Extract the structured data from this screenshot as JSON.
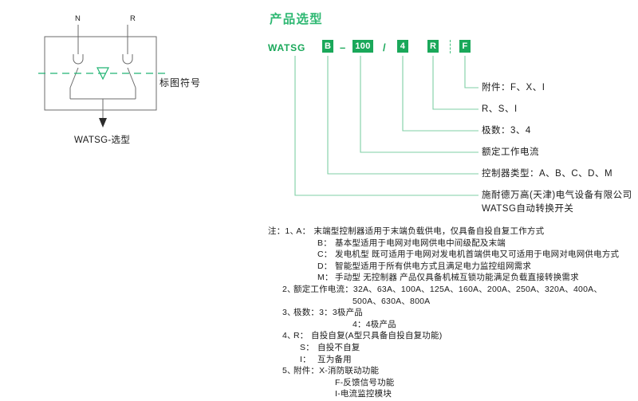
{
  "symbol": {
    "terminal_n": "N",
    "terminal_r": "R",
    "side_caption": "标图符号",
    "bottom_title": "WATSG-选型"
  },
  "selection": {
    "title": "产品选型",
    "code": {
      "prefix": "WATSG",
      "controller": "B",
      "dash": "–",
      "current": "100",
      "slash": "/",
      "poles": "4",
      "mode": "R",
      "accessory": "F"
    },
    "callouts": [
      {
        "label": "附件：F、X、I"
      },
      {
        "label": "R、S、I"
      },
      {
        "label": "极数：3、4"
      },
      {
        "label": "额定工作电流"
      },
      {
        "label": "控制器类型：A、B、C、D、M"
      },
      {
        "label": "施耐德万高(天津)电气设备有限公司"
      },
      {
        "label": "WATSG自动转换开关"
      }
    ]
  },
  "notes": {
    "heading": "注：",
    "items": [
      {
        "marker": "1、",
        "prefix": "A：",
        "text": "末端型控制器适用于末端负载供电，仅具备自投自复工作方式"
      },
      {
        "marker": "",
        "prefix": "B：",
        "text": "基本型适用于电网对电网供电中间级配及末端"
      },
      {
        "marker": "",
        "prefix": "C：",
        "text": "发电机型 既可适用于电网对发电机首端供电又可适用于电网对电网供电方式"
      },
      {
        "marker": "",
        "prefix": "D：",
        "text": "智能型适用于所有供电方式且满足电力监控组网需求"
      },
      {
        "marker": "",
        "prefix": "M：",
        "text": "手动型 无控制器 产品仅具备机械互锁功能满足负载直接转换需求"
      },
      {
        "marker": "2、",
        "prefix": "",
        "text": "额定工作电流：32A、63A、100A、125A、160A、200A、250A、320A、400A、"
      },
      {
        "marker": "",
        "prefix": "",
        "text": "500A、630A、800A"
      },
      {
        "marker": "3、",
        "prefix": "",
        "text": "极数：3：3极产品"
      },
      {
        "marker": "",
        "prefix": "",
        "text": "4：4极产品"
      },
      {
        "marker": "4、",
        "prefix": "R：",
        "text": "自投自复(A型只具备自投自复功能)"
      },
      {
        "marker": "",
        "prefix": "S：",
        "text": "自投不自复"
      },
      {
        "marker": "",
        "prefix": "I：",
        "text": "互为备用"
      },
      {
        "marker": "5、",
        "prefix": "",
        "text": "附件：X-消防联动功能"
      },
      {
        "marker": "",
        "prefix": "",
        "text": "F-反馈信号功能"
      },
      {
        "marker": "",
        "prefix": "",
        "text": "I-电流监控模块"
      }
    ]
  },
  "colors": {
    "brand_green": "#1aa85a",
    "title_green": "#2eb872",
    "leader_green": "#7fcfa4",
    "symbol_stroke": "#6b6b6b",
    "text": "#1a1a1a"
  }
}
